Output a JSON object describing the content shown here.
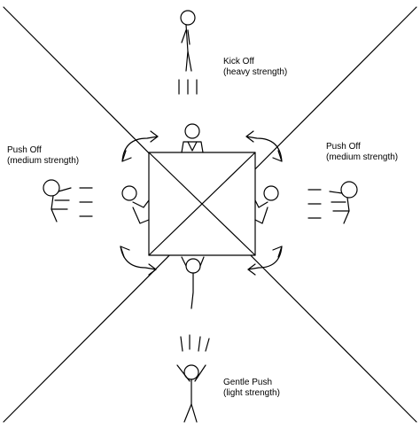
{
  "labels": {
    "top": {
      "line1": "Kick Off",
      "line2": "(heavy strength)"
    },
    "left": {
      "line1": "Push Off",
      "line2": "(medium strength)"
    },
    "right": {
      "line1": "Push Off",
      "line2": "(medium strength)"
    },
    "bottom": {
      "line1": "Gentle Push",
      "line2": "(light strength)"
    }
  },
  "icons": [
    "stick-figure-icon",
    "curved-arrow-icon",
    "motion-lines-icon",
    "center-square"
  ]
}
